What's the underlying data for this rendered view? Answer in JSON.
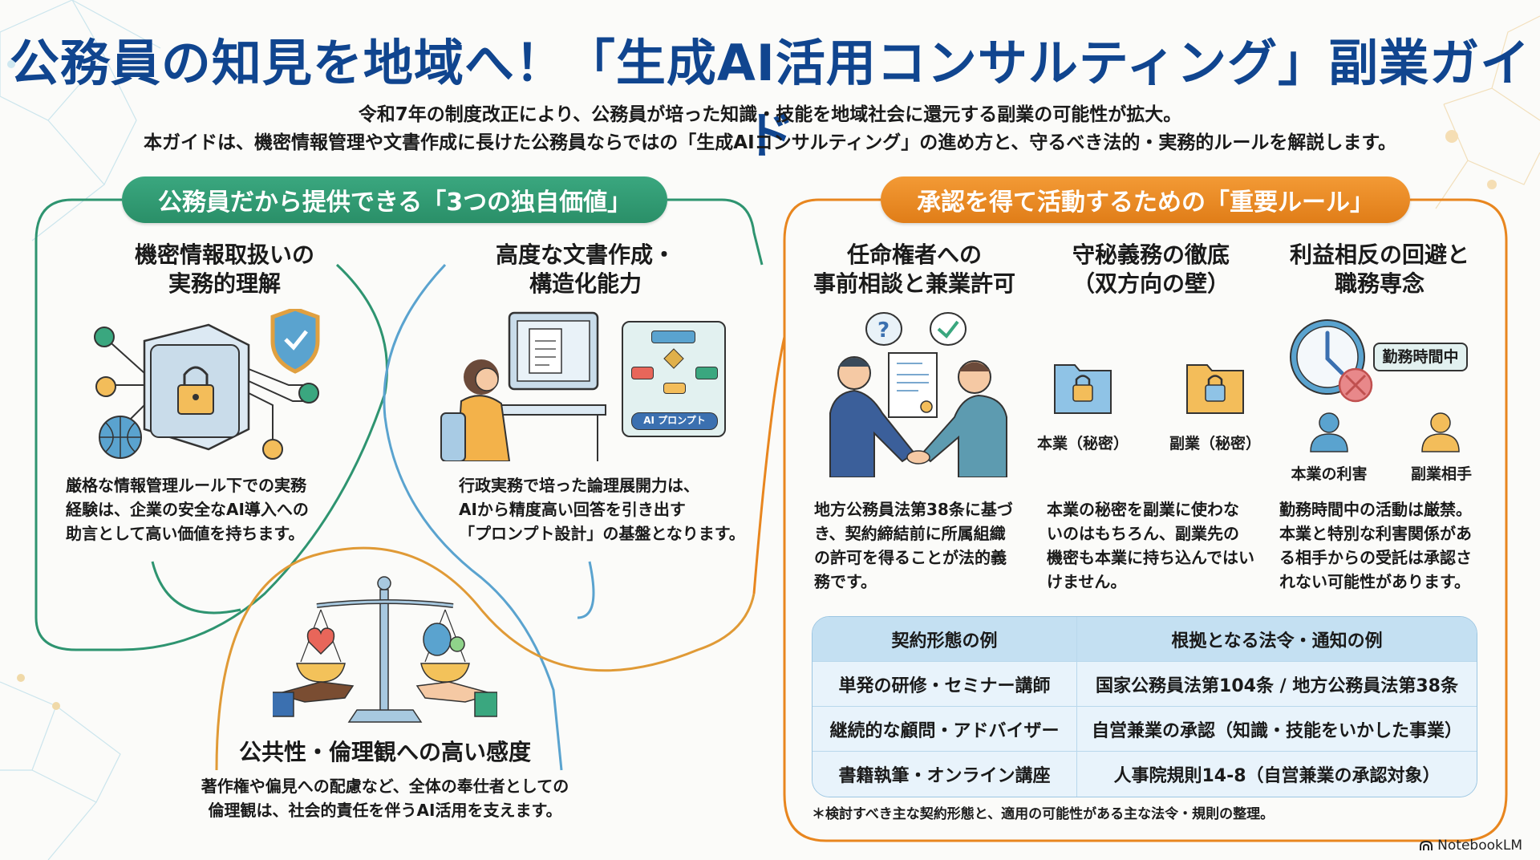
{
  "header": {
    "title": "公務員の知見を地域へ！「生成AI活用コンサルティング」副業ガイド",
    "subtitle_line1": "令和7年の制度改正により、公務員が培った知識・技能を地域社会に還元する副業の可能性が拡大。",
    "subtitle_line2": "本ガイドは、機密情報管理や文書作成に長けた公務員ならではの「生成AIコンサルティング」の進め方と、守るべき法的・実務的ルールを解説します。"
  },
  "values_section": {
    "pill_label": "公務員だから提供できる「3つの独自価値」",
    "items": [
      {
        "heading_line1": "機密情報取扱いの",
        "heading_line2": "実務的理解",
        "icon": "safe-lock-shield-icon",
        "body_line1": "厳格な情報管理ルール下での実務",
        "body_line2": "経験は、企業の安全なAI導入への",
        "body_line3": "助言として高い価値を持ちます。"
      },
      {
        "heading_line1": "高度な文書作成・",
        "heading_line2": "構造化能力",
        "icon": "person-at-computer-icon",
        "prompt_card_label": "AI プロンプト",
        "body_line1": "行政実務で培った論理展開力は、",
        "body_line2": "AIから精度高い回答を引き出す",
        "body_line3": "「プロンプト設計」の基盤となります。"
      },
      {
        "heading": "公共性・倫理観への高い感度",
        "icon": "balance-scale-icon",
        "body_line1": "著作権や偏見への配慮など、全体の奉仕者としての",
        "body_line2": "倫理観は、社会的責任を伴うAI活用を支えます。"
      }
    ]
  },
  "rules_section": {
    "pill_label": "承認を得て活動するための「重要ルール」",
    "items": [
      {
        "heading_line1": "任命権者への",
        "heading_line2": "事前相談と兼業許可",
        "icon": "handshake-icon",
        "body_line1": "地方公務員法第38条に基づ",
        "body_line2": "き、契約締結前に所属組織",
        "body_line3": "の許可を得ることが法的義",
        "body_line4": "務です。"
      },
      {
        "heading_line1": "守秘義務の徹底",
        "heading_line2": "（双方向の壁）",
        "folder_main_label": "本業（秘密）",
        "folder_side_label": "副業（秘密）",
        "body_line1": "本業の秘密を副業に使わな",
        "body_line2": "いのはもちろん、副業先の",
        "body_line3": "機密も本業に持ち込んではい",
        "body_line4": "けません。"
      },
      {
        "heading_line1": "利益相反の回避と",
        "heading_line2": "職務専念",
        "clock_badge": "勤務時間中",
        "person_main_label": "本業の利害",
        "person_side_label": "副業相手",
        "body_line1": "勤務時間中の活動は厳禁。",
        "body_line2": "本業と特別な利害関係があ",
        "body_line3": "る相手からの受託は承認さ",
        "body_line4": "れない可能性があります。"
      }
    ],
    "table": {
      "headers": [
        "契約形態の例",
        "根拠となる法令・通知の例"
      ],
      "rows": [
        [
          "単発の研修・セミナー講師",
          "国家公務員法第104条 / 地方公務員法第38条"
        ],
        [
          "継続的な顧問・アドバイザー",
          "自営兼業の承認（知識・技能をいかした事業）"
        ],
        [
          "書籍執筆・オンライン講座",
          "人事院規則14-8（自営兼業の承認対象）"
        ]
      ]
    },
    "footnote": "＊検討すべき主な契約形態と、適用の可能性がある主な法令・規則の整理。"
  },
  "brand": {
    "label": "NotebookLM"
  },
  "colors": {
    "title": "#10458f",
    "green": "#2e9470",
    "orange": "#e8861f",
    "blue_line": "#5aa3cf",
    "table_header": "#c4e0f2"
  }
}
